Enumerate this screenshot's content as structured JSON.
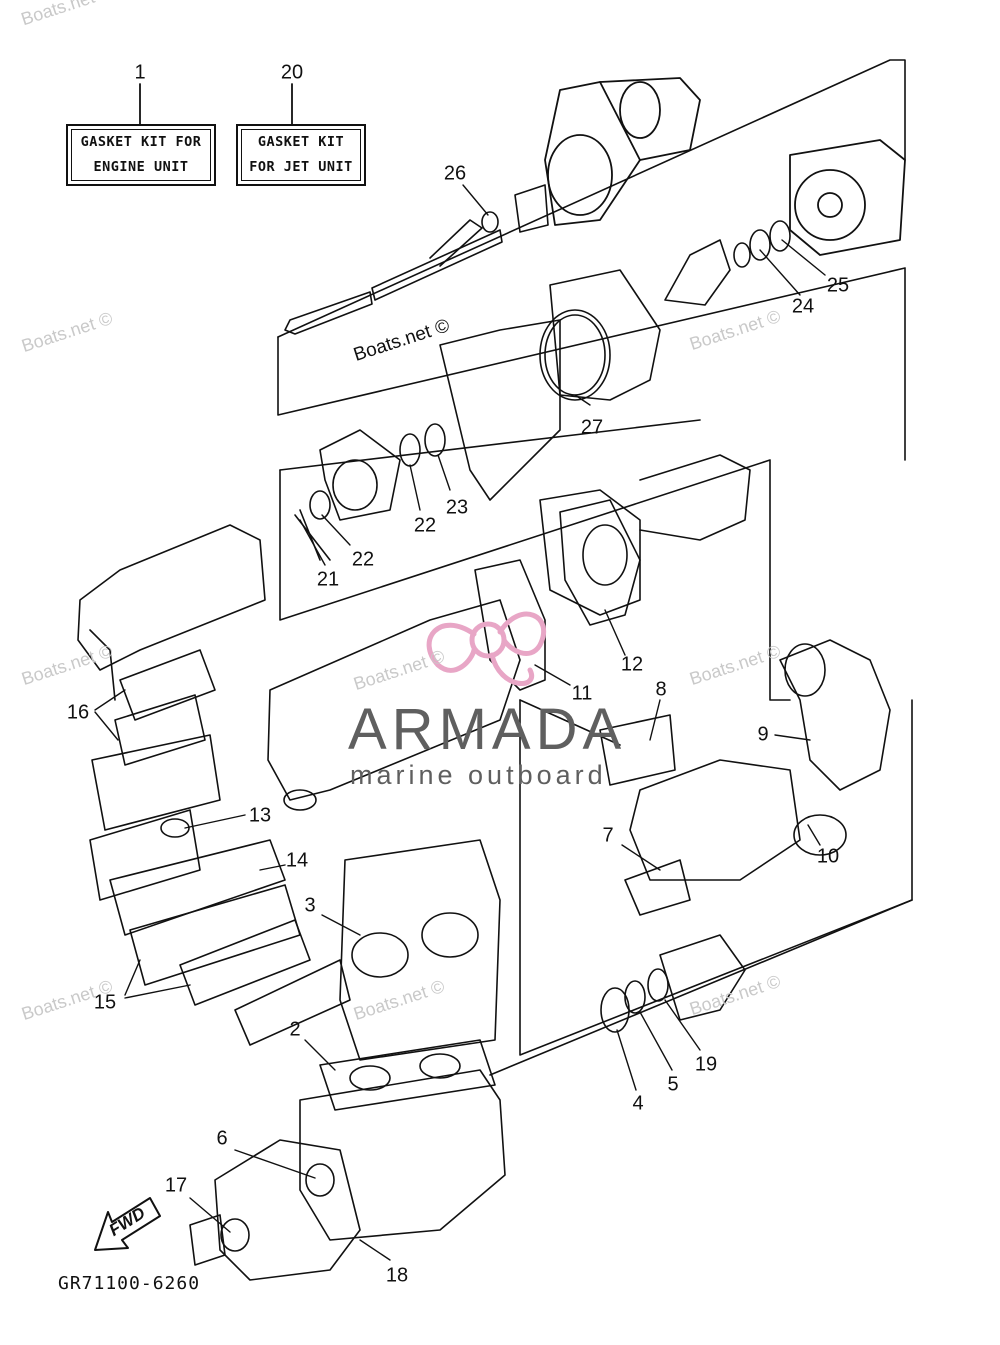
{
  "kits": [
    {
      "number": "1",
      "lines": [
        "GASKET KIT FOR",
        "ENGINE UNIT"
      ]
    },
    {
      "number": "20",
      "lines": [
        "GASKET KIT",
        "FOR JET UNIT"
      ]
    }
  ],
  "callouts": [
    "26",
    "25",
    "24",
    "27",
    "23",
    "22",
    "22",
    "21",
    "12",
    "11",
    "8",
    "16",
    "9",
    "13",
    "10",
    "14",
    "7",
    "3",
    "15",
    "2",
    "4",
    "5",
    "19",
    "6",
    "17",
    "18"
  ],
  "watermarks": [
    "Boats.net",
    "Boats.net ©",
    "Boats.net ©",
    "Boats.net ©",
    "Boats.net ©",
    "Boats.net ©",
    "Boats.net ©",
    "Boats.net ©",
    "Boats.net ©",
    "Boats.net ©"
  ],
  "brand": {
    "name": "ARMADA",
    "tagline": "marine outboard",
    "color": "#e8a6c6"
  },
  "fwd_label": "FWD",
  "part_code": "GR71100-6260"
}
